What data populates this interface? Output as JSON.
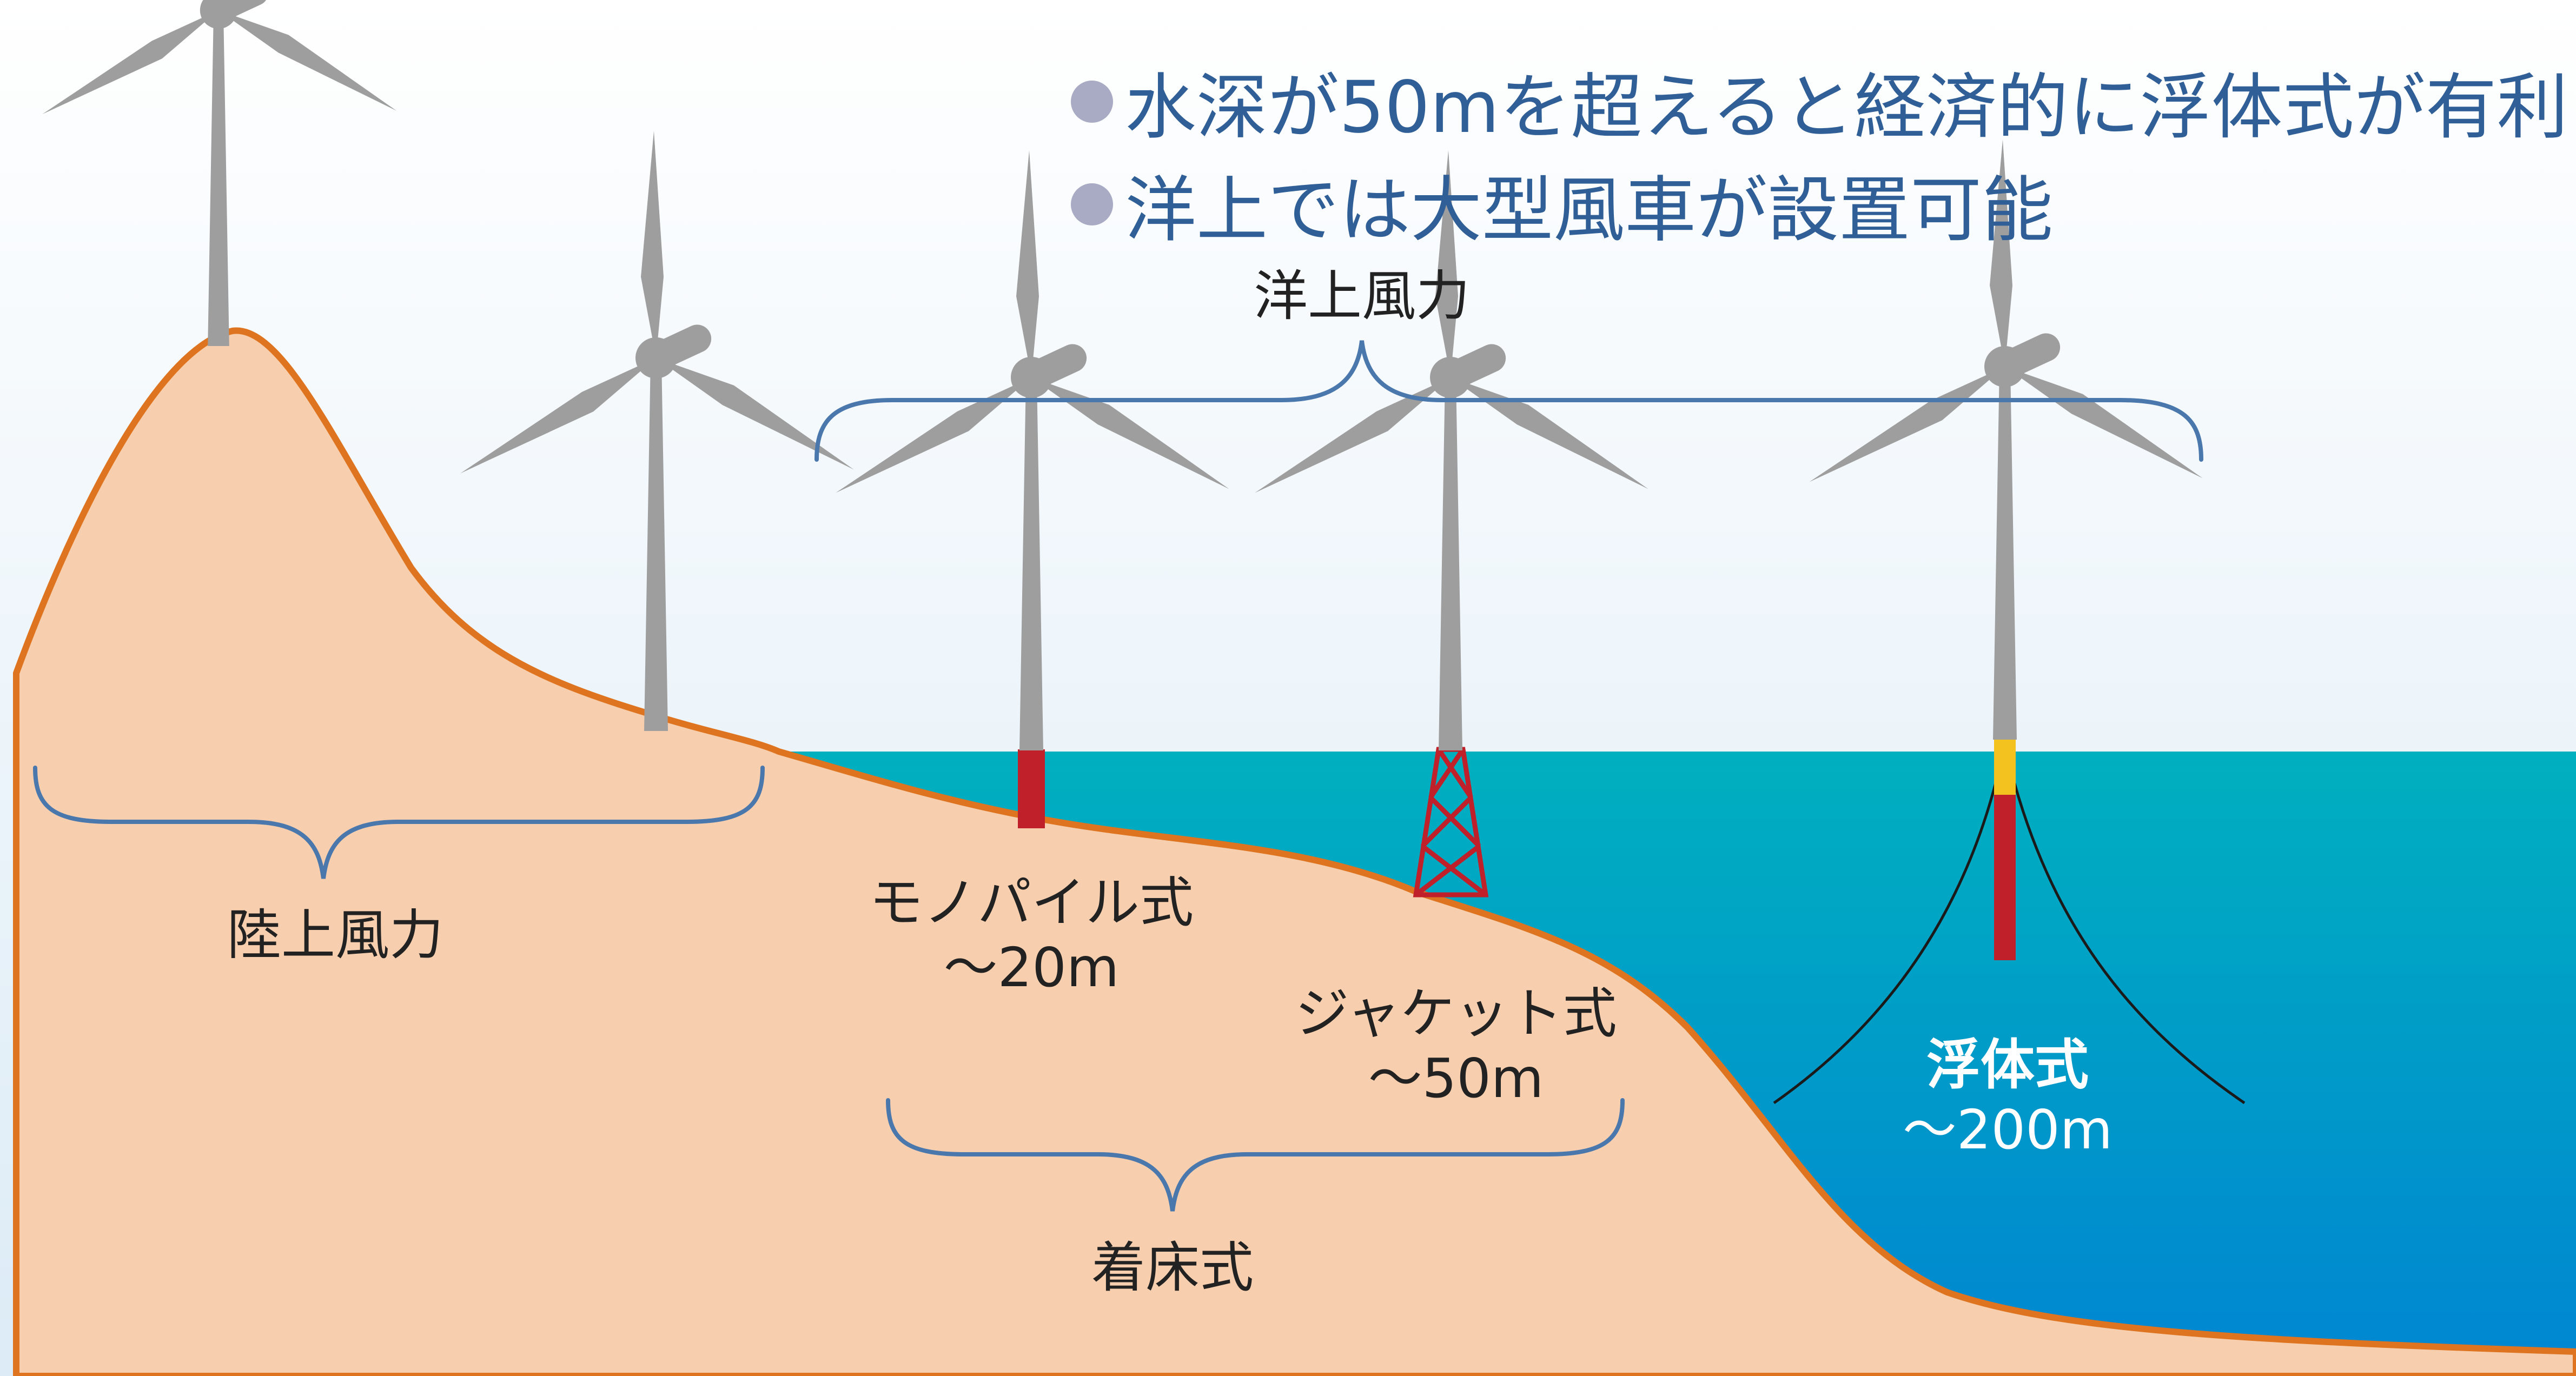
{
  "bullets": [
    "水深が50mを超えると経済的に浮体式が有利",
    "洋上では大型風車が設置可能"
  ],
  "labels": {
    "offshore_wind": "洋上風力",
    "onshore_wind": "陸上風力",
    "monopile_name": "モノパイル式",
    "monopile_depth": "〜20m",
    "jacket_name": "ジャケット式",
    "jacket_depth": "〜50m",
    "fixed_bottom": "着床式",
    "floating_name": "浮体式",
    "floating_depth": "〜200m"
  },
  "colors": {
    "sky_top": "#ffffff",
    "sky_bottom": "#dcebf6",
    "sea_top": "#00b0bf",
    "sea_bottom": "#0085d2",
    "land_fill": "#f8cfae",
    "land_outline": "#de7420",
    "turbine": "#9e9e9e",
    "bracket": "#4a78ad",
    "foundation_red": "#c0202a",
    "float_yellow": "#f4c21e",
    "bullet_dot": "#a8abc3",
    "bullet_text": "#2f5f96"
  }
}
